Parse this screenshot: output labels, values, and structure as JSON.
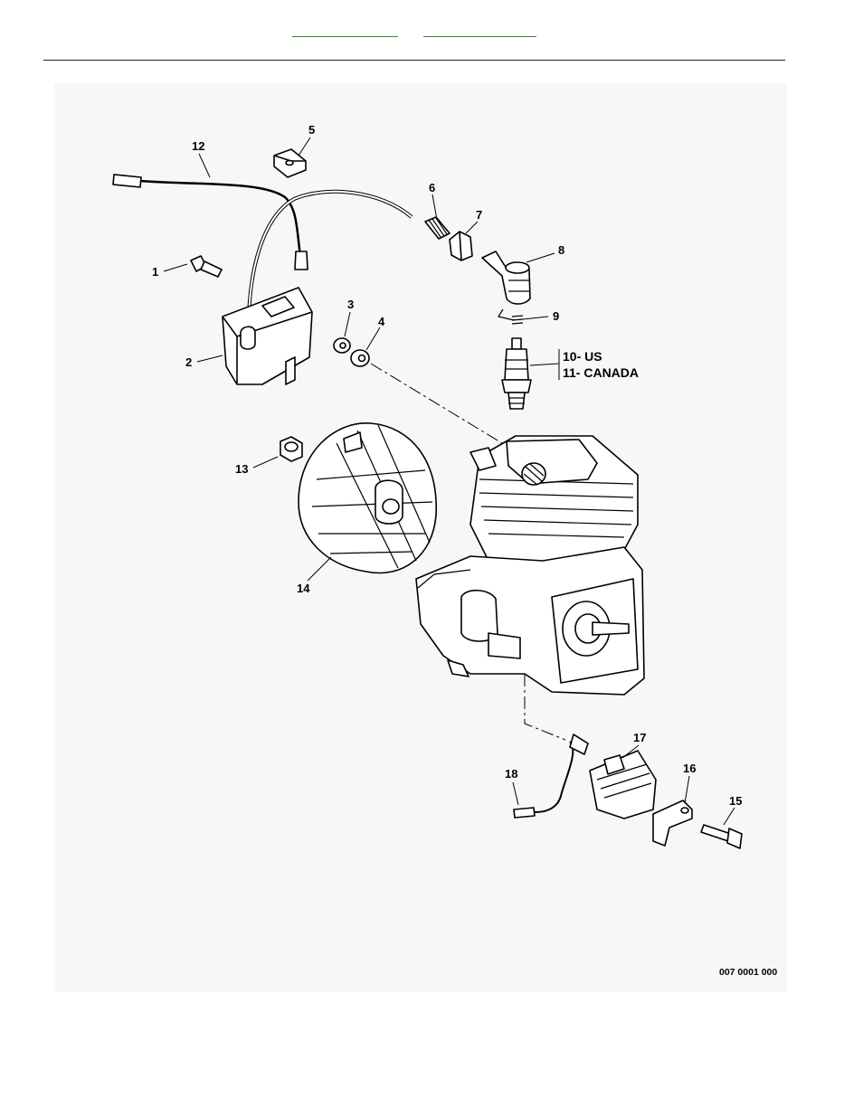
{
  "header": {
    "links": [
      "",
      ""
    ]
  },
  "diagram": {
    "code": "007 0001 000",
    "callouts": [
      {
        "id": "c1",
        "text": "1"
      },
      {
        "id": "c2",
        "text": "2"
      },
      {
        "id": "c3",
        "text": "3"
      },
      {
        "id": "c4",
        "text": "4"
      },
      {
        "id": "c5",
        "text": "5"
      },
      {
        "id": "c6",
        "text": "6"
      },
      {
        "id": "c7",
        "text": "7"
      },
      {
        "id": "c8",
        "text": "8"
      },
      {
        "id": "c9",
        "text": "9"
      },
      {
        "id": "c10",
        "text": "10- US"
      },
      {
        "id": "c11",
        "text": "11- CANADA"
      },
      {
        "id": "c12",
        "text": "12"
      },
      {
        "id": "c13",
        "text": "13"
      },
      {
        "id": "c14",
        "text": "14"
      },
      {
        "id": "c15",
        "text": "15"
      },
      {
        "id": "c16",
        "text": "16"
      },
      {
        "id": "c17",
        "text": "17"
      },
      {
        "id": "c18",
        "text": "18"
      }
    ]
  }
}
